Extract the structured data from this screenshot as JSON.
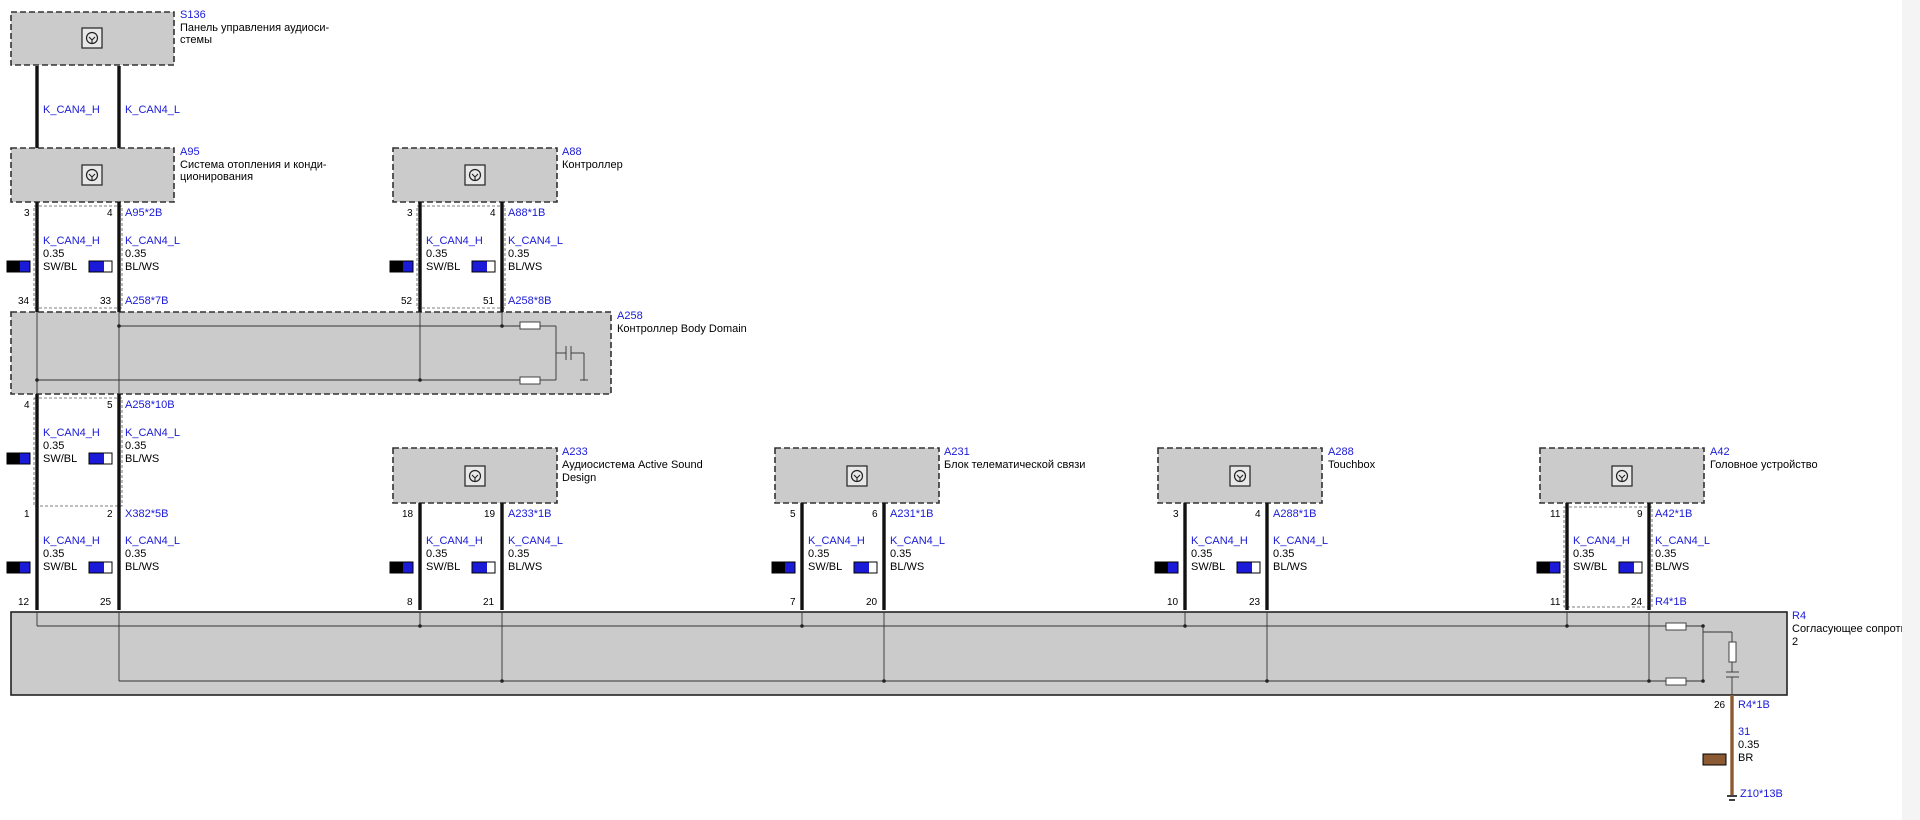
{
  "colors": {
    "wire_blue": "#1a1ad8",
    "fill_grey": "#cbcbcb",
    "black": "#000000",
    "brown": "#8c5a32"
  },
  "wire_color_icon_name": "wire-color-swatch-icon",
  "controller_icon_name": "control-unit-icon",
  "components": {
    "s136": {
      "ref": "S136",
      "name_l1": "Панель управления аудиоси-",
      "name_l2": "стемы"
    },
    "a95": {
      "ref": "A95",
      "name_l1": "Система отопления и конди-",
      "name_l2": "ционирования"
    },
    "a88": {
      "ref": "A88",
      "name_l1": "Контроллер"
    },
    "a258": {
      "ref": "A258",
      "name_l1": "Контроллер Body Domain"
    },
    "a233": {
      "ref": "A233",
      "name_l1": "Аудиосистема Active Sound",
      "name_l2": "Design"
    },
    "a231": {
      "ref": "A231",
      "name_l1": "Блок телематической связи"
    },
    "a288": {
      "ref": "A288",
      "name_l1": "Touchbox"
    },
    "a42": {
      "ref": "A42",
      "name_l1": "Головное устройство"
    },
    "r4": {
      "ref": "R4",
      "name_l1": "Согласующее сопротивл",
      "name_l2": "2"
    }
  },
  "connectors": {
    "a95": "A95*2B",
    "a88": "A88*1B",
    "a258_7b": "A258*7B",
    "a258_8b": "A258*8B",
    "a258_10b": "A258*10B",
    "x382": "X382*5B",
    "a233": "A233*1B",
    "a231": "A231*1B",
    "a288": "A288*1B",
    "a42": "A42*1B",
    "r4_top": "R4*1B",
    "r4_bot": "R4*1B",
    "ground": "Z10*13B"
  },
  "signals": {
    "can_h": "K_CAN4_H",
    "can_l": "K_CAN4_L"
  },
  "wire": {
    "size": "0.35",
    "color_h": "SW/BL",
    "color_l": "BL/WS",
    "ground_id": "31",
    "ground_color": "BR"
  },
  "pins": {
    "a95": [
      "3",
      "4"
    ],
    "a258_top_left": [
      "34",
      "33"
    ],
    "a88": [
      "3",
      "4"
    ],
    "a258_top_right": [
      "52",
      "51"
    ],
    "a258_bottom": [
      "4",
      "5"
    ],
    "x382": [
      "1",
      "2"
    ],
    "r4_left": [
      "12",
      "25"
    ],
    "a233": [
      "18",
      "19"
    ],
    "r4_a233": [
      "8",
      "21"
    ],
    "a231": [
      "5",
      "6"
    ],
    "r4_a231": [
      "7",
      "20"
    ],
    "a288": [
      "3",
      "4"
    ],
    "r4_a288": [
      "10",
      "23"
    ],
    "a42": [
      "11",
      "9"
    ],
    "r4_a42": [
      "11",
      "24"
    ],
    "r4_bottom": "26"
  }
}
